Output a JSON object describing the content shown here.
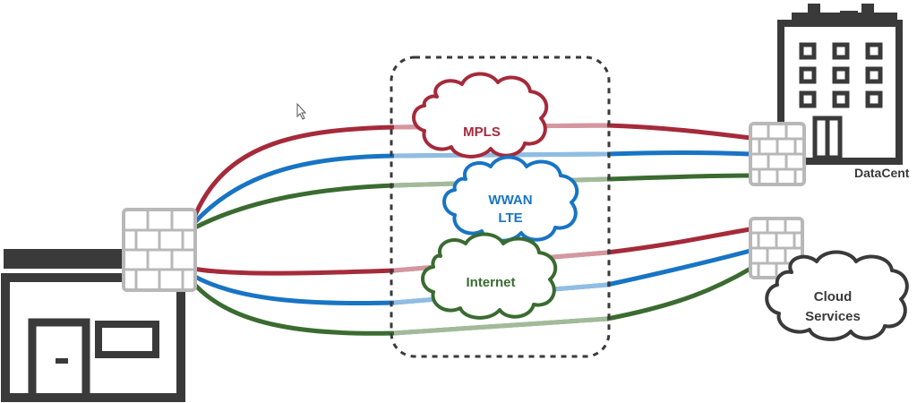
{
  "clouds": {
    "mpls": "MPLS",
    "wwan_line1": "WWAN",
    "wwan_line2": "LTE",
    "internet": "Internet",
    "cloud_services_line1": "Cloud",
    "cloud_services_line2": "Services"
  },
  "sites": {
    "datacenter_label": "DataCent"
  },
  "colors": {
    "mpls": "#a52a3a",
    "wwan": "#1874c4",
    "internet": "#3a6b30",
    "outline": "#3a3a3a",
    "firewall": "#b8b8b8"
  },
  "icons": [
    "branch-office-icon",
    "datacenter-building-icon",
    "firewall-icon",
    "cloud-icon",
    "mouse-cursor-icon"
  ]
}
